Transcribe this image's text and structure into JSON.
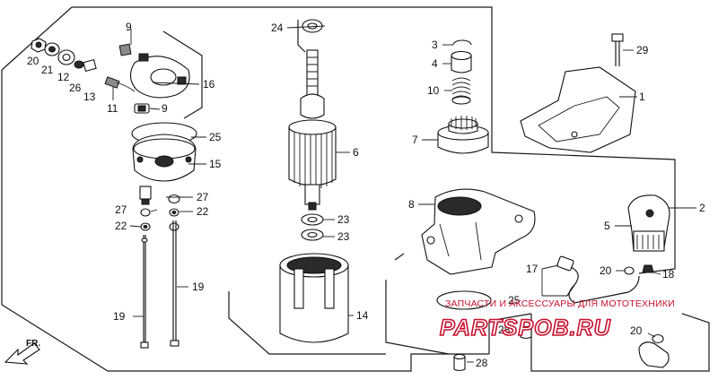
{
  "callouts": {
    "c1": "1",
    "c2": "2",
    "c3": "3",
    "c4": "4",
    "c5": "5",
    "c6": "6",
    "c7": "7",
    "c8": "8",
    "c9a": "9",
    "c9b": "9",
    "c10": "10",
    "c11": "11",
    "c12": "12",
    "c13": "13",
    "c14": "14",
    "c15": "15",
    "c16": "16",
    "c17": "17",
    "c18": "18",
    "c19a": "19",
    "c19b": "19",
    "c20a": "20",
    "c20b": "20",
    "c20c": "20",
    "c21": "21",
    "c22a": "22",
    "c22b": "22",
    "c23a": "23",
    "c23b": "23",
    "c24": "24",
    "c25a": "25",
    "c25b": "25",
    "c26": "26",
    "c27a": "27",
    "c27b": "27",
    "c28a": "28",
    "c28b": "28",
    "c29": "29"
  },
  "direction_label": "FR.",
  "watermark": {
    "caption": "ЗАПЧАСТИ И АКСЕССУАРЫ ДЛЯ МОТОТЕХНИКИ",
    "brand": "PARTSPOB.RU"
  }
}
